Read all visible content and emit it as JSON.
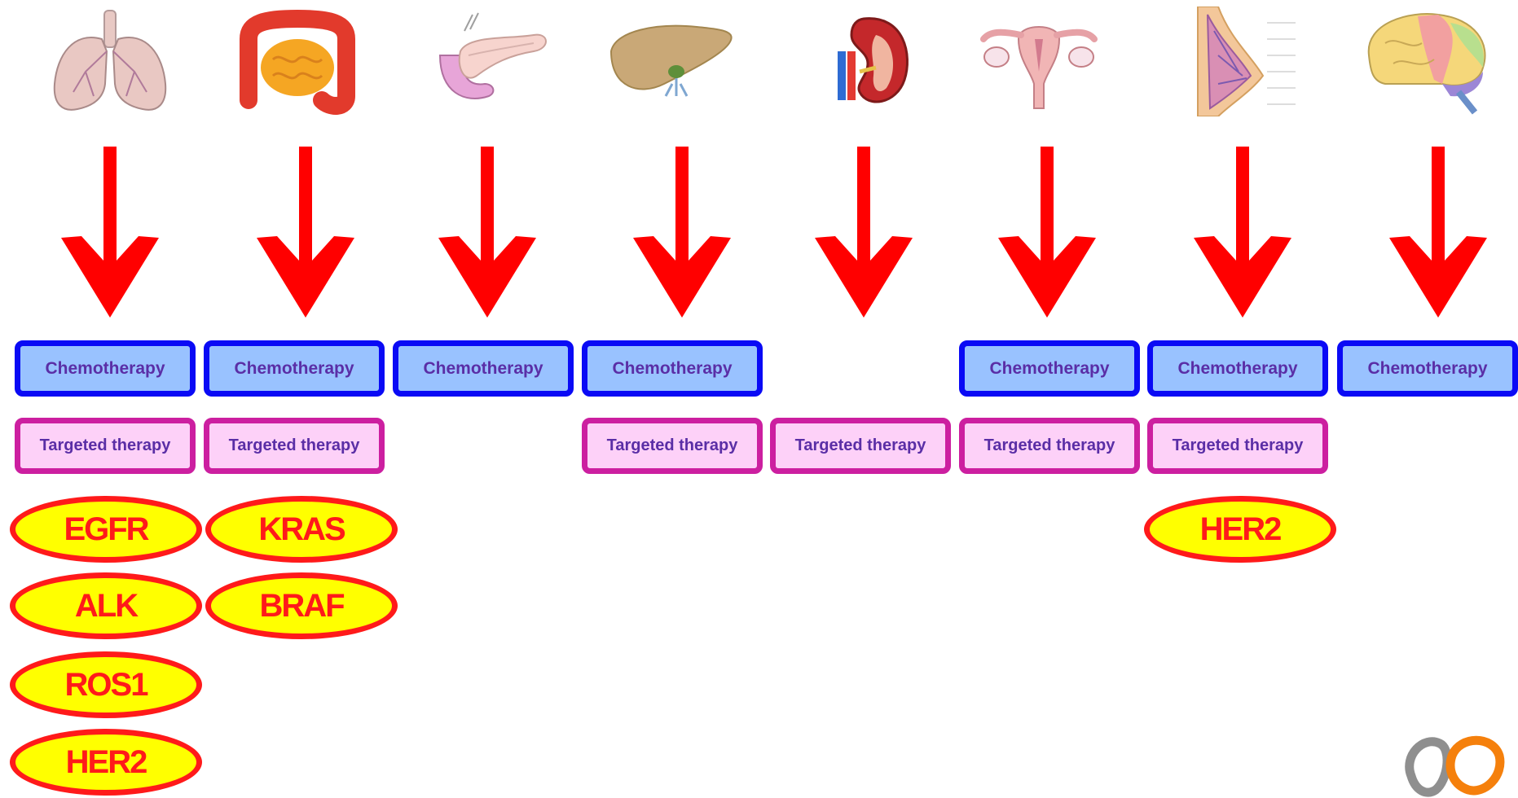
{
  "organs": [
    {
      "name": "lung",
      "icon": "lung-icon"
    },
    {
      "name": "colon",
      "icon": "colon-icon"
    },
    {
      "name": "pancreas",
      "icon": "pancreas-icon"
    },
    {
      "name": "liver",
      "icon": "liver-icon"
    },
    {
      "name": "kidney",
      "icon": "kidney-icon"
    },
    {
      "name": "ovary",
      "icon": "uterus-ovary-icon"
    },
    {
      "name": "breast",
      "icon": "breast-icon"
    },
    {
      "name": "brain",
      "icon": "brain-icon"
    }
  ],
  "colors": {
    "arrow": "#ff0000",
    "chemo_fill": "#99c2ff",
    "chemo_border": "#0a0af5",
    "targeted_fill": "#fdd1f8",
    "targeted_border": "#cc1fa0",
    "label_text": "#5a2ea6",
    "biomarker_fill": "#ffff00",
    "biomarker_border": "#ff1a1a"
  },
  "therapies": {
    "chemo_label": "Chemotherapy",
    "targeted_label": "Targeted therapy"
  },
  "columns": [
    {
      "chemo": "Chemotherapy",
      "targeted": "Targeted therapy",
      "biomarkers": [
        "EGFR",
        "ALK",
        "ROS1",
        "HER2"
      ]
    },
    {
      "chemo": "Chemotherapy",
      "targeted": "Targeted therapy",
      "biomarkers": [
        "KRAS",
        "BRAF"
      ]
    },
    {
      "chemo": "Chemotherapy",
      "targeted": "",
      "biomarkers": []
    },
    {
      "chemo": "Chemotherapy",
      "targeted": "Targeted therapy",
      "biomarkers": []
    },
    {
      "chemo": "",
      "targeted": "Targeted therapy",
      "biomarkers": []
    },
    {
      "chemo": "Chemotherapy",
      "targeted": "Targeted therapy",
      "biomarkers": []
    },
    {
      "chemo": "Chemotherapy",
      "targeted": "Targeted therapy",
      "biomarkers": [
        "HER2"
      ]
    },
    {
      "chemo": "Chemotherapy",
      "targeted": "",
      "biomarkers": []
    }
  ],
  "logo": {
    "icon": "company-logo-icon"
  }
}
